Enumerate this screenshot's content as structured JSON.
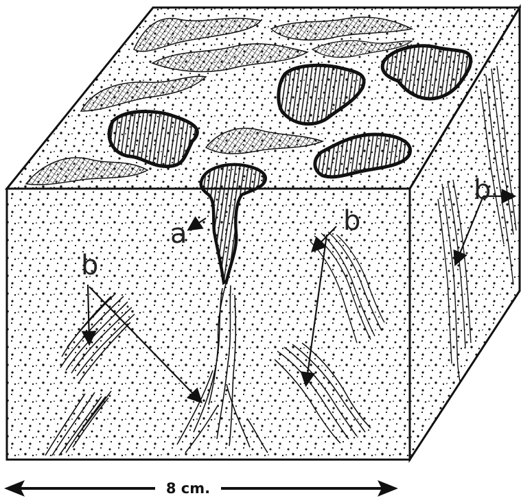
{
  "labels": {
    "a": "a",
    "b_left": "b",
    "b_center": "b",
    "b_right": "b"
  },
  "scale": {
    "text": "8 cm."
  },
  "colors": {
    "ink": "#111111",
    "paper": "#ffffff"
  }
}
